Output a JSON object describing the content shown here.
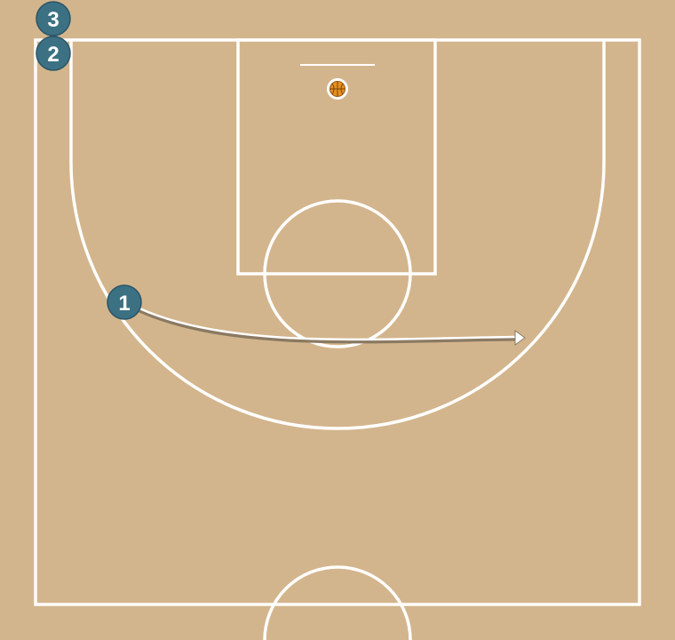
{
  "colors": {
    "court_background": "#d3b58d",
    "court_lines": "#ffffff",
    "player_fill": "#3c7184",
    "player_stroke": "#2b5566",
    "ball_fill": "#e8901c",
    "movement_line": "#ffffff",
    "movement_shadow": "#8a7a62"
  },
  "players": [
    {
      "id": "player-3",
      "label": "3"
    },
    {
      "id": "player-2",
      "label": "2"
    },
    {
      "id": "player-1",
      "label": "1"
    }
  ],
  "ball": {
    "icon": "basketball-icon"
  },
  "movements": [
    {
      "player": "1",
      "type": "cut",
      "icon": "arrow-head-icon"
    }
  ]
}
